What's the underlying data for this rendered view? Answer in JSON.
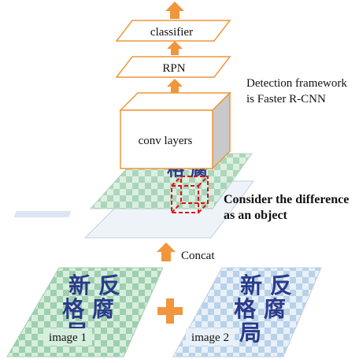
{
  "diagram": {
    "classifier_label": "classifier",
    "rpn_label": "RPN",
    "conv_label": "conv layers",
    "framework_note_line1": "Detection framework",
    "framework_note_line2": "is Faster R-CNN",
    "difference_note_line1": "Consider the difference",
    "difference_note_line2": "as an object",
    "concat_label": "Concat",
    "image1_label": "image 1",
    "image2_label": "image 2",
    "plus_symbol": "+",
    "cover_text_line1": "新 反",
    "cover_text_line2": "格 腐",
    "cover_text_line3": "局"
  },
  "colors": {
    "arrow": "#f0963c",
    "box_outline": "#f0963c",
    "box_side": "#c9c9c9",
    "difference_cube": "#e01010",
    "image1_tint": "#cfe8d6",
    "image2_tint": "#dce8f3",
    "cover_text": "#2a3a8a"
  }
}
